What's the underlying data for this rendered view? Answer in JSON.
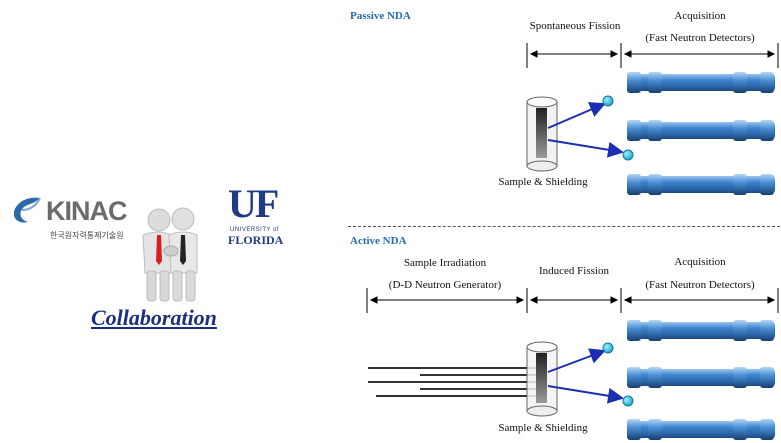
{
  "logos": {
    "kinac": {
      "wordmark": "KINAC",
      "subtitle": "한국원자력통제기술원"
    },
    "uf": {
      "wordmark": "UF",
      "university": "UNIVERSITY of",
      "state": "FLORIDA"
    }
  },
  "collaboration_label": "Collaboration",
  "passive": {
    "title": "Passive NDA",
    "spontaneous_fission": "Spontaneous Fission",
    "acquisition": "Acquisition",
    "detectors": "(Fast Neutron Detectors)",
    "sample": "Sample & Shielding"
  },
  "active": {
    "title": "Active NDA",
    "irradiation": "Sample Irradiation",
    "generator": "(D-D Neutron Generator)",
    "induced_fission": "Induced Fission",
    "acquisition": "Acquisition",
    "detectors": "(Fast Neutron Detectors)",
    "sample": "Sample & Shielding"
  },
  "colors": {
    "section_title": "#1f6fb0",
    "detector_tube": "#3a7fc8",
    "neutron_arrow": "#1b2fb0",
    "neutron_dot": "#22b2d8",
    "collaboration": "#1a2f80"
  }
}
